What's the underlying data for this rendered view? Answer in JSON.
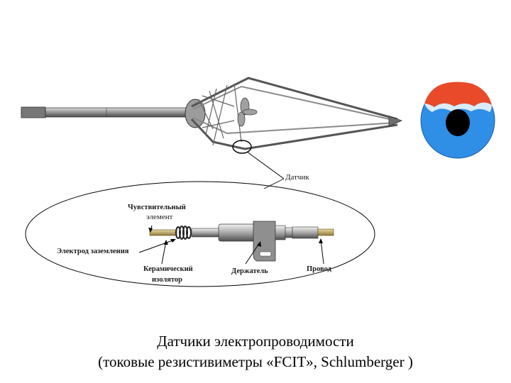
{
  "labels": {
    "sensor": "Датчик",
    "sensitive_line1": "Чувствительный",
    "sensitive_line2": "элемент",
    "ground_electrode": "Электрод заземления",
    "ceramic_line1": "Керамический",
    "ceramic_line2": "изолятор",
    "holder": "Держатель",
    "wire": "Провод"
  },
  "caption": {
    "line1": "Датчики электропроводимости",
    "line2": "(токовые резистивиметры «FCIT», Schlumberger )"
  },
  "colors": {
    "tool_body": "#8a8a8a",
    "disk_blue": "#2f8ee6",
    "disk_red": "#e84a2a",
    "disk_center": "#000000"
  }
}
